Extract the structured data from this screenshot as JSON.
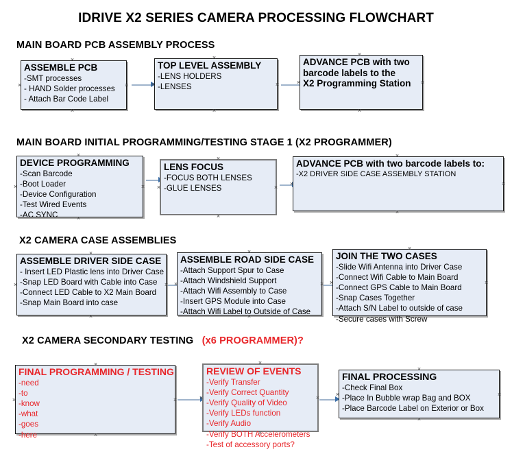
{
  "document": {
    "title": "IDRIVE X2  SERIES CAMERA PROCESSING FLOWCHART"
  },
  "sections": [
    {
      "heading": "MAIN BOARD PCB ASSEMBLY PROCESS",
      "heading_red": ""
    },
    {
      "heading": "MAIN BOARD INITIAL PROGRAMMING/TESTING STAGE 1 (X2 PROGRAMMER)",
      "heading_red": ""
    },
    {
      "heading": "X2 CAMERA CASE ASSEMBLIES",
      "heading_red": ""
    },
    {
      "heading": "X2 CAMERA SECONDARY TESTING",
      "heading_red": "(x6 PROGRAMMER)?"
    }
  ],
  "row1": {
    "box1": {
      "title": "ASSEMBLE PCB",
      "lines": [
        "-SMT processes",
        "- HAND Solder processes",
        "- Attach Bar Code Label"
      ]
    },
    "box2": {
      "title": "TOP LEVEL ASSEMBLY",
      "lines": [
        "-LENS HOLDERS",
        "-LENSES"
      ]
    },
    "box3": {
      "title": "ADVANCE PCB with two",
      "lines": [
        "barcode labels to the",
        " X2 Programming Station"
      ]
    }
  },
  "row2": {
    "box1": {
      "title": "DEVICE PROGRAMMING",
      "lines": [
        "-Scan Barcode",
        "-Boot Loader",
        "-Device Configuration",
        "-Test Wired Events",
        "-AC SYNC"
      ]
    },
    "box2": {
      "title": "LENS FOCUS",
      "lines": [
        "-FOCUS BOTH LENSES",
        "-GLUE LENSES"
      ]
    },
    "box3": {
      "title": "ADVANCE PCB with two barcode labels to:",
      "lines": [
        "-X2 DRIVER  SIDE  CASE  ASSEMBLY STATION"
      ]
    }
  },
  "row3": {
    "box1": {
      "title": "ASSEMBLE DRIVER SIDE CASE",
      "lines": [
        "- Insert LED Plastic lens into Driver Case",
        "-Snap LED Board with Cable into Case",
        "-Connect LED Cable to X2 Main Board",
        "-Snap Main Board into case"
      ]
    },
    "box2": {
      "title": "ASSEMBLE ROAD SIDE CASE",
      "lines": [
        "-Attach Support Spur to Case",
        "-Attach Windshield Support",
        "-Attach Wifi Assembly to Case",
        "-Insert GPS Module into Case",
        "-Attach Wifi Label to Outside of Case"
      ]
    },
    "box3": {
      "title": "JOIN THE TWO CASES",
      "lines": [
        "-Slide Wifi Antenna into Driver Case",
        "-Connect Wifi Cable to Main Board",
        "-Connect GPS Cable to Main Board",
        "-Snap Cases Together",
        "-Attach S/N Label to outside of case",
        "-Secure cases with Screw"
      ]
    }
  },
  "row4": {
    "box1": {
      "title": "FINAL PROGRAMMING / TESTING",
      "lines": [
        "-need",
        "-to",
        "-know",
        "-what",
        "-goes",
        "-here"
      ]
    },
    "box2": {
      "title": "REVIEW OF EVENTS",
      "lines": [
        "-Verify Transfer",
        "-Verify Correct Quantity",
        "-Verify Quality of Video",
        "-Verify LEDs function",
        "-Verify Audio",
        "-Verify BOTH Accelerometers",
        "-Test of accessory ports?"
      ]
    },
    "box3": {
      "title": "FINAL PROCESSING",
      "lines": [
        " -Check Final Box",
        "-Place In Bubble wrap Bag and BOX",
        "-Place Barcode Label on Exterior or Box"
      ]
    }
  },
  "colors": {
    "box_fill": "#e6ecf6",
    "box_border": "#1a1a1a",
    "selected_border": "#7b7b7b",
    "red_text": "#e8262a",
    "arrow_shaft": "#9fb4cc",
    "arrow_head": "#3a6ea8",
    "text": "#000000"
  }
}
